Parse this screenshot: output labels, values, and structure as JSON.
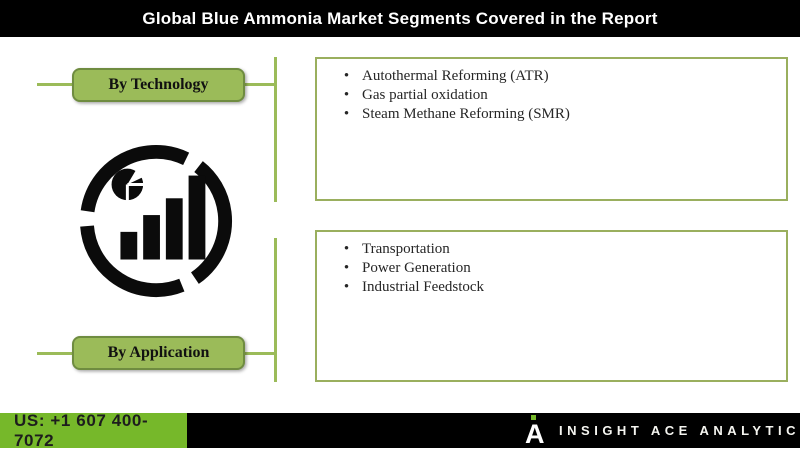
{
  "header": {
    "title": "Global Blue Ammonia Market Segments Covered in the Report"
  },
  "segments": [
    {
      "label": "By Technology",
      "items": [
        "Autothermal Reforming (ATR)",
        "Gas partial oxidation",
        "Steam Methane Reforming (SMR)"
      ]
    },
    {
      "label": "By Application",
      "items": [
        "Transportation",
        "Power Generation",
        "Industrial Feedstock"
      ]
    }
  ],
  "icons": {
    "center": "market-analytics-icon"
  },
  "footer": {
    "phone": "US: +1 607 400-7072",
    "brand": "INSIGHT ACE ANALYTIC"
  },
  "colors": {
    "olive_green": "#9bbb59",
    "olive_border": "#6f8c40",
    "box_border": "#9aaf5e",
    "bright_green": "#76b82a",
    "banner_black": "#000000",
    "text_dark": "#262626"
  }
}
